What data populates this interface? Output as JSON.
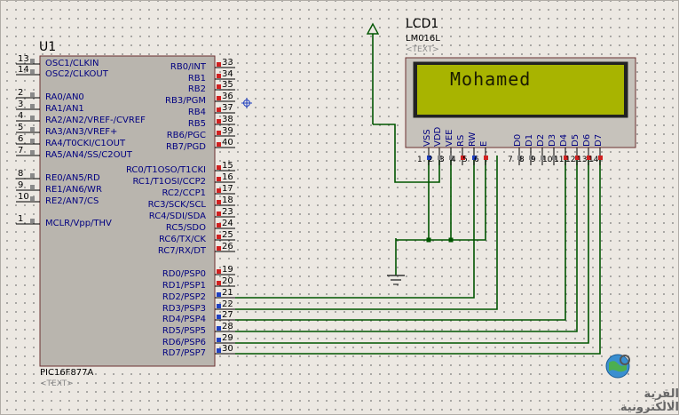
{
  "mcu": {
    "ref": "U1",
    "part": "PIC16F877A",
    "text": "<TEXT>",
    "left_pins": [
      {
        "num": "13",
        "label": "OSC1/CLKIN"
      },
      {
        "num": "14",
        "label": "OSC2/CLKOUT"
      },
      {
        "num": "2",
        "label": "RA0/AN0"
      },
      {
        "num": "3",
        "label": "RA1/AN1"
      },
      {
        "num": "4",
        "label": "RA2/AN2/VREF-/CVREF"
      },
      {
        "num": "5",
        "label": "RA3/AN3/VREF+"
      },
      {
        "num": "6",
        "label": "RA4/T0CKI/C1OUT"
      },
      {
        "num": "7",
        "label": "RA5/AN4/SS/C2OUT"
      },
      {
        "num": "8",
        "label": "RE0/AN5/RD"
      },
      {
        "num": "9",
        "label": "RE1/AN6/WR"
      },
      {
        "num": "10",
        "label": "RE2/AN7/CS"
      },
      {
        "num": "1",
        "label": "MCLR/Vpp/THV"
      }
    ],
    "right_pins": [
      {
        "num": "33",
        "label": "RB0/INT"
      },
      {
        "num": "34",
        "label": "RB1"
      },
      {
        "num": "35",
        "label": "RB2"
      },
      {
        "num": "36",
        "label": "RB3/PGM"
      },
      {
        "num": "37",
        "label": "RB4"
      },
      {
        "num": "38",
        "label": "RB5"
      },
      {
        "num": "39",
        "label": "RB6/PGC"
      },
      {
        "num": "40",
        "label": "RB7/PGD"
      },
      {
        "num": "15",
        "label": "RC0/T1OSO/T1CKI"
      },
      {
        "num": "16",
        "label": "RC1/T1OSI/CCP2"
      },
      {
        "num": "17",
        "label": "RC2/CCP1"
      },
      {
        "num": "18",
        "label": "RC3/SCK/SCL"
      },
      {
        "num": "23",
        "label": "RC4/SDI/SDA"
      },
      {
        "num": "24",
        "label": "RC5/SDO"
      },
      {
        "num": "25",
        "label": "RC6/TX/CK"
      },
      {
        "num": "26",
        "label": "RC7/RX/DT"
      },
      {
        "num": "19",
        "label": "RD0/PSP0"
      },
      {
        "num": "20",
        "label": "RD1/PSP1"
      },
      {
        "num": "21",
        "label": "RD2/PSP2"
      },
      {
        "num": "22",
        "label": "RD3/PSP3"
      },
      {
        "num": "27",
        "label": "RD4/PSP4"
      },
      {
        "num": "28",
        "label": "RD5/PSP5"
      },
      {
        "num": "29",
        "label": "RD6/PSP6"
      },
      {
        "num": "30",
        "label": "RD7/PSP7"
      }
    ]
  },
  "lcd": {
    "ref": "LCD1",
    "part": "LM016L",
    "text": "<TEXT>",
    "display": "Mohamed",
    "pins": [
      {
        "num": "1",
        "label": "VSS"
      },
      {
        "num": "2",
        "label": "VDD"
      },
      {
        "num": "3",
        "label": "VEE"
      },
      {
        "num": "4",
        "label": "RS"
      },
      {
        "num": "5",
        "label": "RW"
      },
      {
        "num": "6",
        "label": "E"
      },
      {
        "num": "7",
        "label": "D0"
      },
      {
        "num": "8",
        "label": "D1"
      },
      {
        "num": "9",
        "label": "D2"
      },
      {
        "num": "10",
        "label": "D3"
      },
      {
        "num": "11",
        "label": "D4"
      },
      {
        "num": "12",
        "label": "D5"
      },
      {
        "num": "13",
        "label": "D6"
      },
      {
        "num": "14",
        "label": "D7"
      }
    ]
  },
  "logo": {
    "text": "القرية الالكترونية"
  },
  "colors": {
    "wire": "#005500",
    "body": "#b9b5ae",
    "lcd_screen": "#a8b400",
    "pin_red": "#d02020",
    "pin_blue": "#2040c0",
    "pin_gray": "#8a8a8a"
  }
}
